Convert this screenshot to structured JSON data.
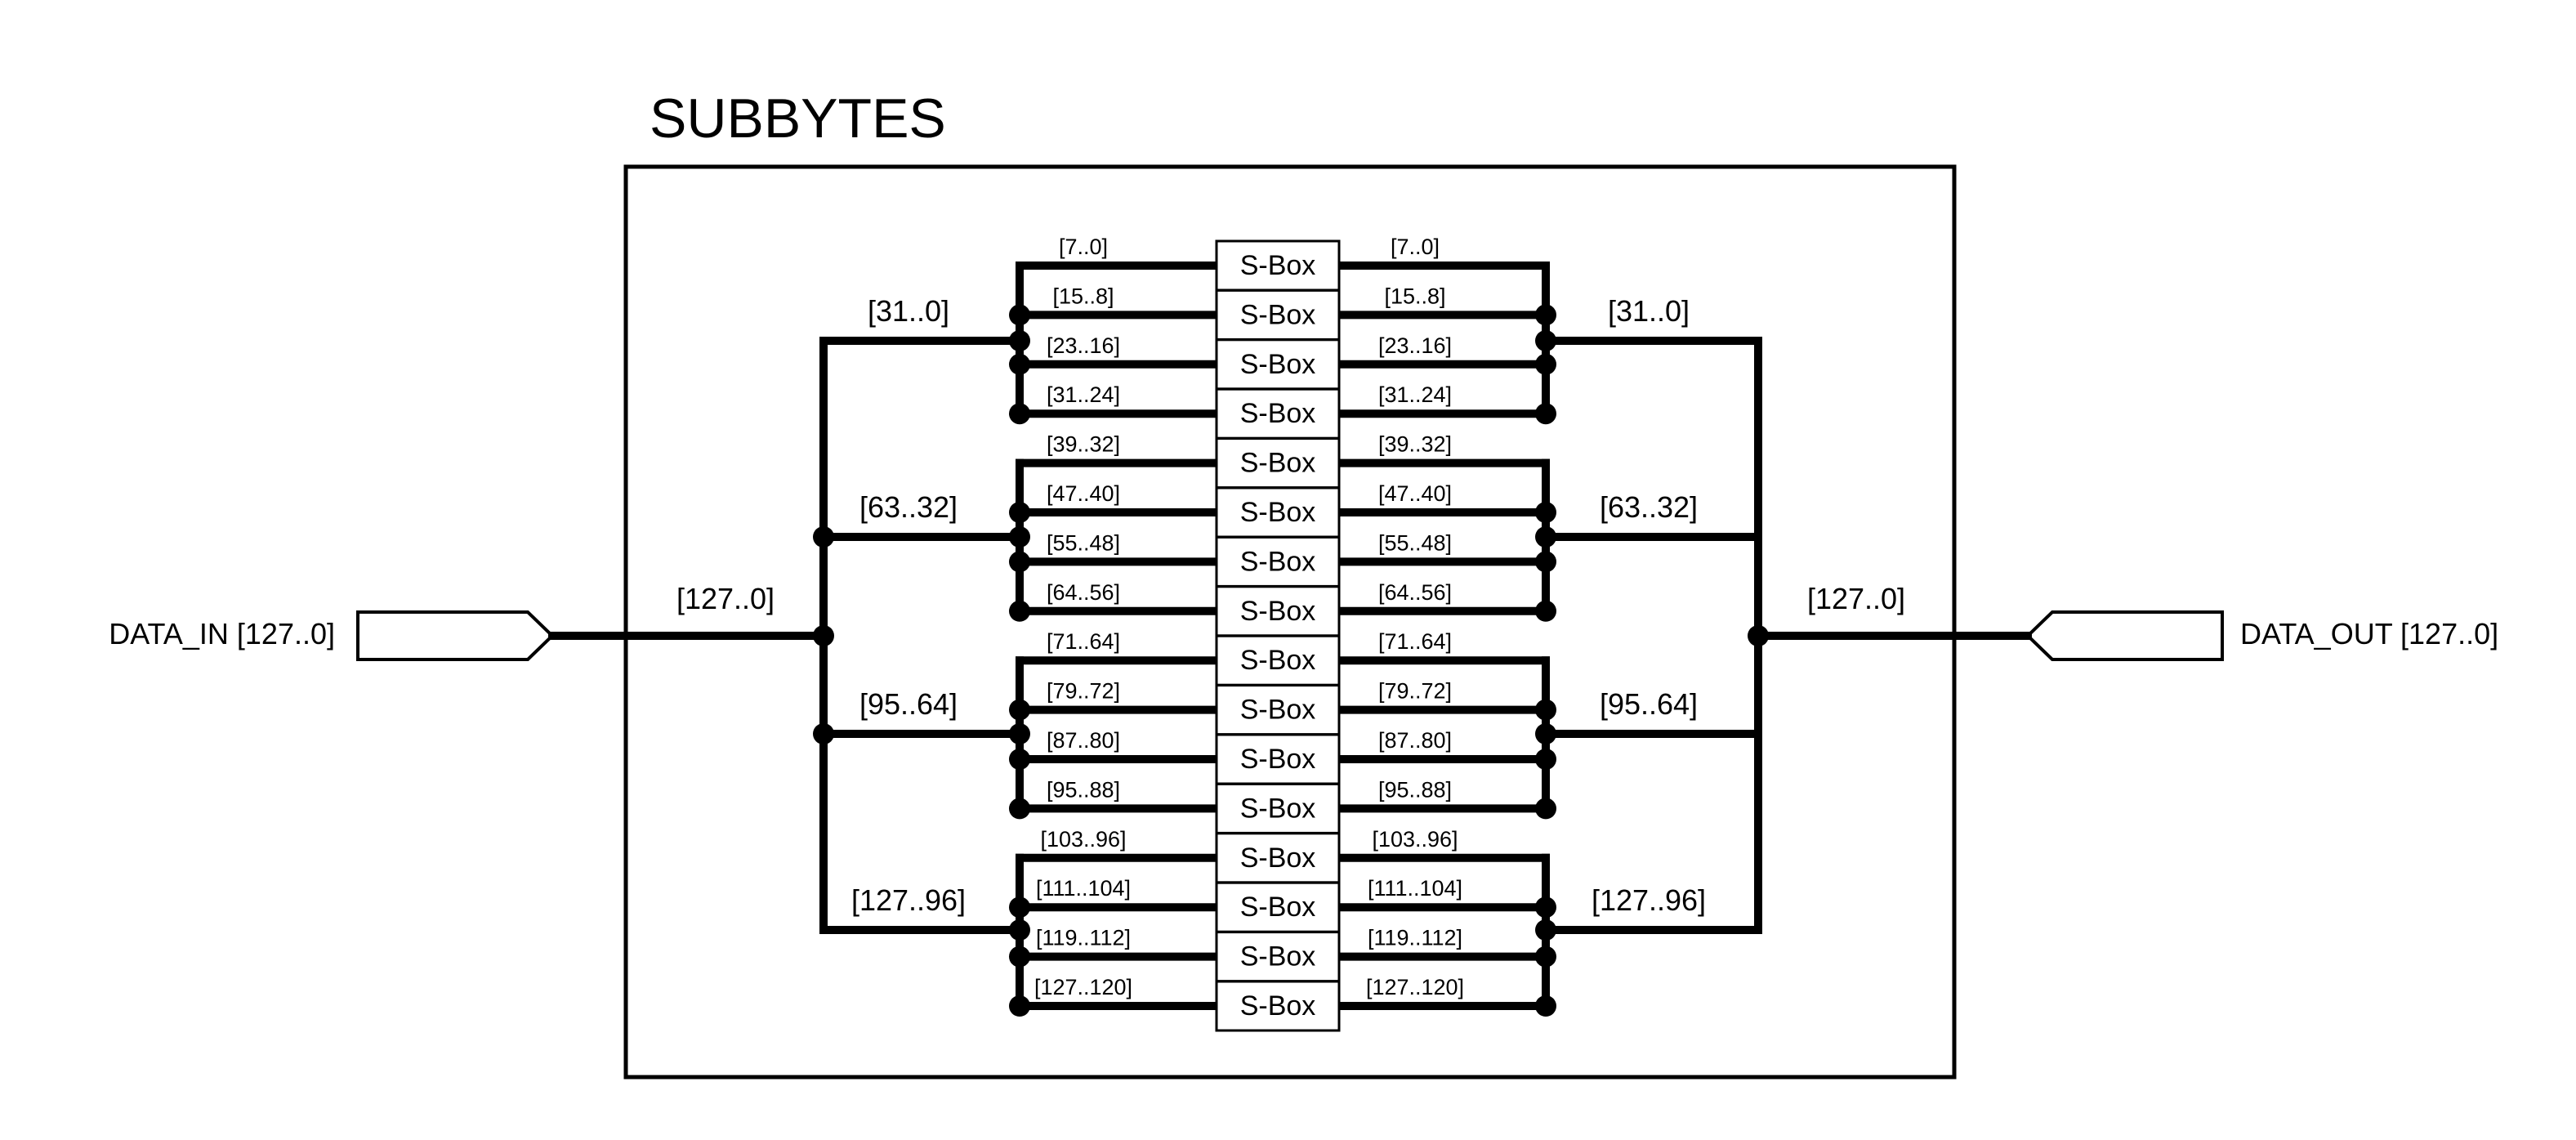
{
  "title": "SUBBYTES",
  "input_port": {
    "label": "DATA_IN [127..0]",
    "bus": "[127..0]"
  },
  "output_port": {
    "label": "DATA_OUT [127..0]",
    "bus": "[127..0]"
  },
  "words_in": [
    "[31..0]",
    "[63..32]",
    "[95..64]",
    "[127..96]"
  ],
  "words_out": [
    "[31..0]",
    "[63..32]",
    "[95..64]",
    "[127..96]"
  ],
  "byte_ranges": [
    "[7..0]",
    "[15..8]",
    "[23..16]",
    "[31..24]",
    "[39..32]",
    "[47..40]",
    "[55..48]",
    "[64..56]",
    "[71..64]",
    "[79..72]",
    "[87..80]",
    "[95..88]",
    "[103..96]",
    "[111..104]",
    "[119..112]",
    "[127..120]"
  ],
  "sbox_label": "S-Box",
  "colors": {
    "line": "#000000",
    "background": "#ffffff"
  }
}
